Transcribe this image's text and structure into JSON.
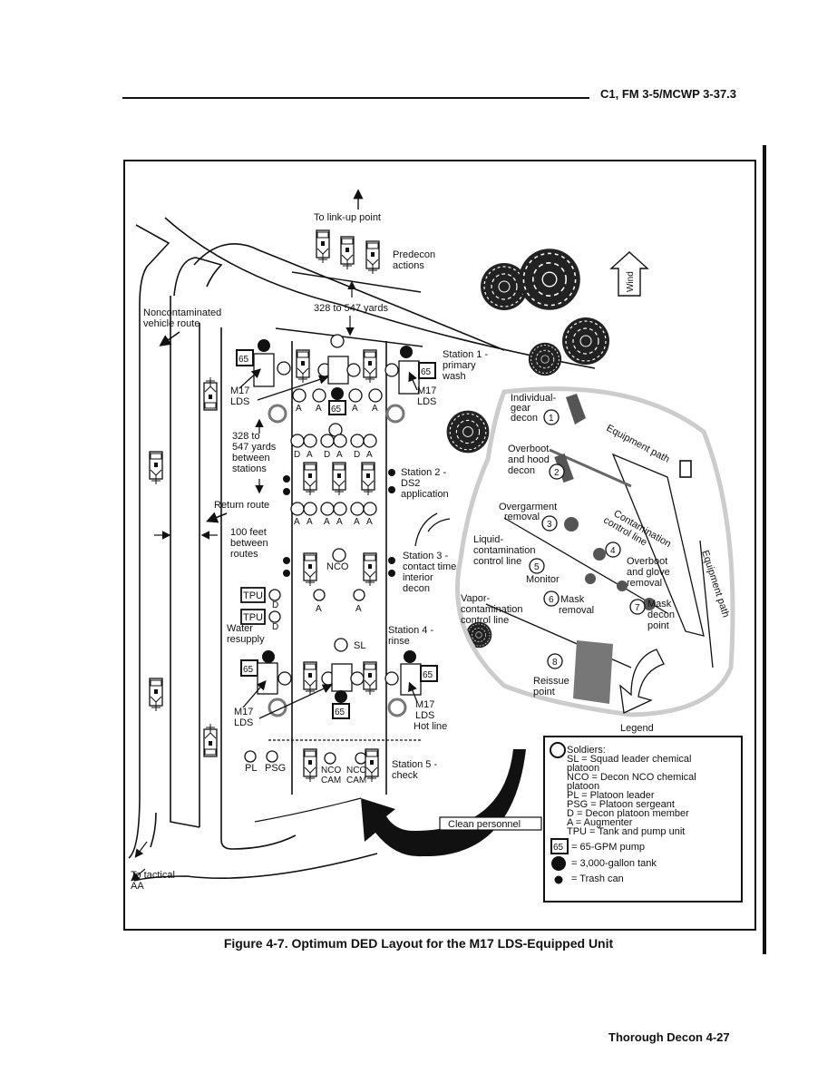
{
  "page": {
    "header": "C1, FM 3-5/MCWP 3-37.3",
    "footer": "Thorough Decon  4-27",
    "caption": "Figure 4-7.  Optimum DED Layout for the M17 LDS-Equipped Unit"
  },
  "diagram": {
    "top_labels": {
      "link_up": "To link-up point",
      "predecon": [
        "Predecon",
        "actions"
      ],
      "distance_top": "328 to 547 yards",
      "noncontaminated": [
        "Noncontaminated",
        "vehicle route"
      ],
      "wind": "Wind"
    },
    "left_labels": {
      "between_stations": [
        "328 to",
        "547 yards",
        "between",
        "stations"
      ],
      "return_route": "Return route",
      "between_routes": [
        "100 feet",
        "between",
        "routes"
      ],
      "water_resupply": [
        "Water",
        "resupply"
      ],
      "tactical": [
        "To tactical",
        "AA"
      ]
    },
    "stations": [
      {
        "id": 1,
        "lines": [
          "Station 1 -",
          "primary",
          "wash"
        ]
      },
      {
        "id": 2,
        "lines": [
          "Station 2 -",
          "DS2",
          "application"
        ]
      },
      {
        "id": 3,
        "lines": [
          "Station 3 -",
          "contact time/",
          "interior",
          "decon"
        ]
      },
      {
        "id": 4,
        "lines": [
          "Station 4 -",
          "rinse"
        ]
      },
      {
        "id": 5,
        "lines": [
          "Station 5 -",
          "check"
        ]
      }
    ],
    "equipment_labels": {
      "m17_lds": [
        "M17",
        "LDS"
      ],
      "hot_line": "Hot line",
      "pump": "65",
      "tpu": "TPU",
      "clean_personnel": "Clean personnel"
    },
    "soldier_labels": {
      "augmenter": "A",
      "decon_member": "D",
      "nco": "NCO",
      "sl": "SL",
      "pl": "PL",
      "psg": "PSG",
      "nco_cam": [
        "NCO",
        "CAM"
      ]
    },
    "personnel_decon": {
      "steps": [
        {
          "num": "1",
          "lines": [
            "Individual-",
            "gear",
            "decon"
          ]
        },
        {
          "num": "2",
          "lines": [
            "Overboot",
            "and hood",
            "decon"
          ]
        },
        {
          "num": "3",
          "lines": [
            "Overgarment",
            "removal"
          ]
        },
        {
          "num": "4",
          "lines": [
            "Overboot",
            "and glove",
            "removal"
          ]
        },
        {
          "num": "5",
          "lines": [
            "Monitor"
          ]
        },
        {
          "num": "6",
          "lines": [
            "Mask",
            "removal"
          ]
        },
        {
          "num": "7",
          "lines": [
            "Mask",
            "decon",
            "point"
          ]
        },
        {
          "num": "8",
          "lines": [
            "Reissue",
            "point"
          ]
        }
      ],
      "equipment_path": "Equipment path",
      "contamination_line": [
        "Contamination",
        "control line"
      ],
      "liquid_line": [
        "Liquid-",
        "contamination",
        "control line"
      ],
      "vapor_line": [
        "Vapor-",
        "contamination",
        "control line"
      ]
    },
    "legend": {
      "title": "Legend",
      "soldiers_heading": "Soldiers:",
      "entries": [
        "SL = Squad leader chemical",
        "platoon",
        "NCO = Decon NCO chemical",
        "platoon",
        "PL = Platoon leader",
        "PSG = Platoon sergeant",
        "D = Decon platoon member",
        "A = Augmenter",
        "TPU = Tank and pump unit"
      ],
      "pump_box": "65",
      "pump": "= 65-GPM pump",
      "tank": "= 3,000-gallon tank",
      "trash": "= Trash can"
    }
  }
}
